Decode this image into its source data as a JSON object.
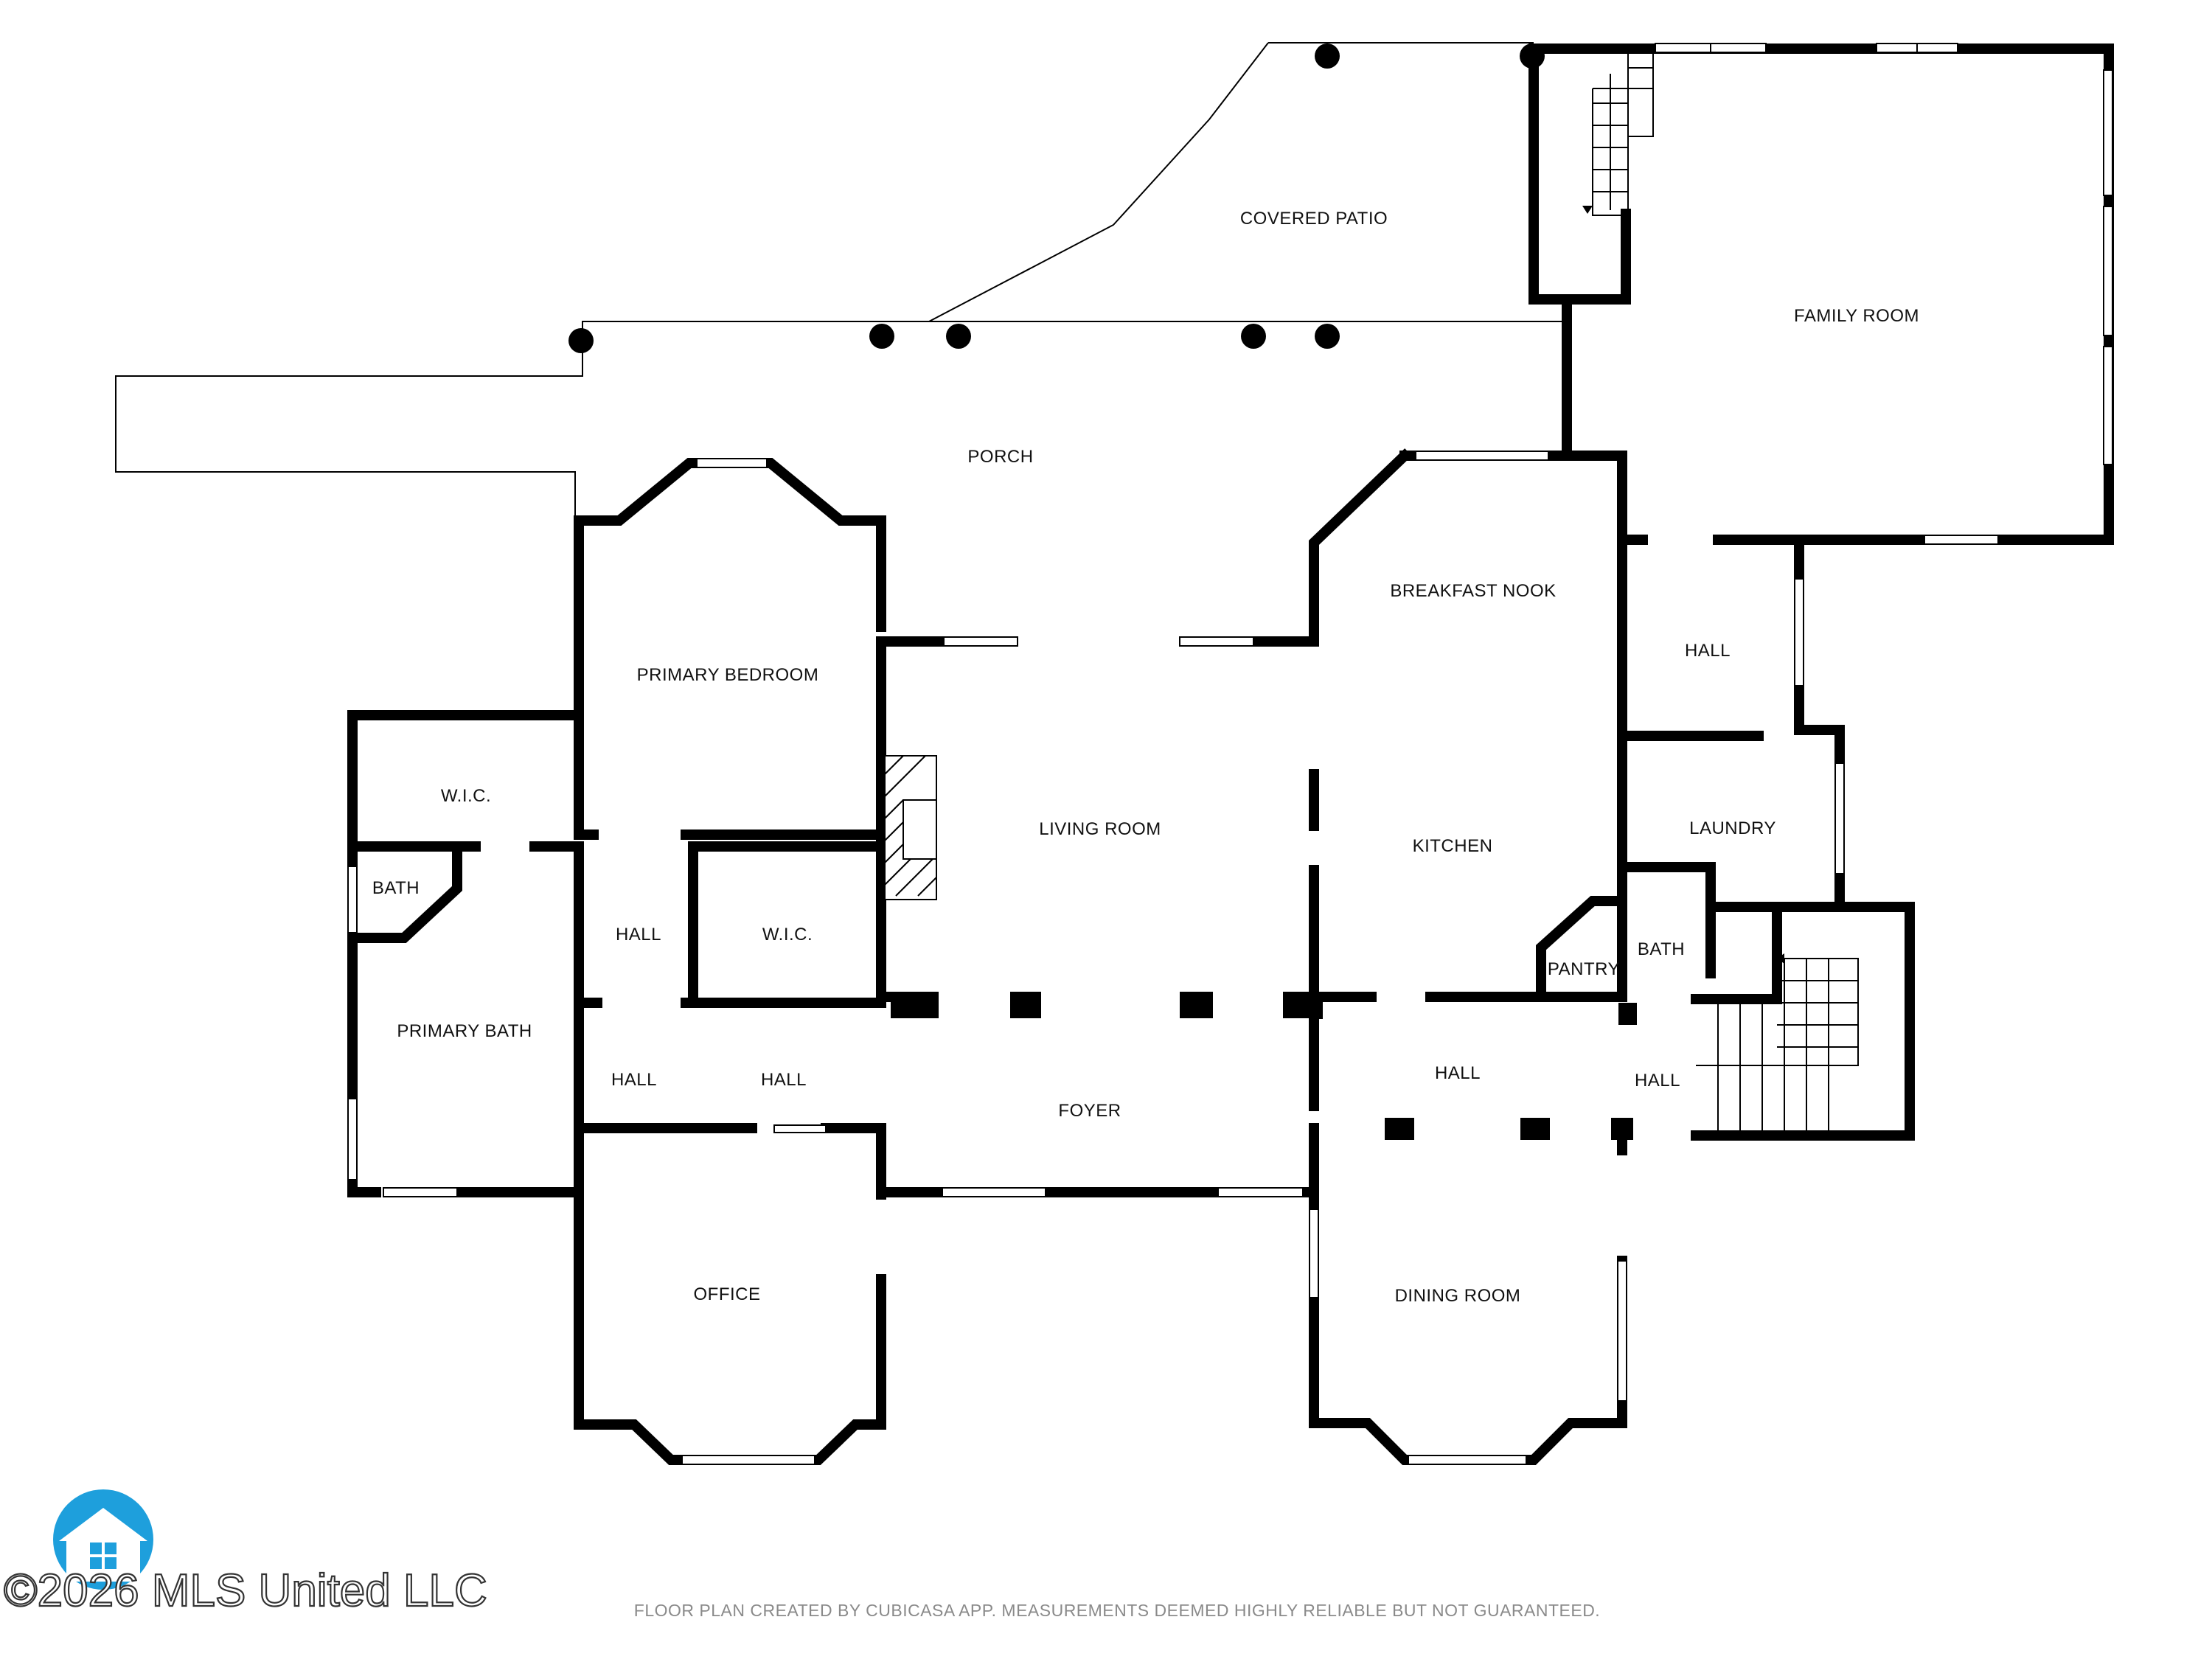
{
  "rooms": {
    "covered_patio": "COVERED PATIO",
    "family_room": "FAMILY ROOM",
    "porch": "PORCH",
    "primary_bedroom": "PRIMARY BEDROOM",
    "breakfast_nook": "BREAKFAST NOOK",
    "hall_upper_right": "HALL",
    "wic_left": "W.I.C.",
    "living_room": "LIVING ROOM",
    "kitchen": "KITCHEN",
    "laundry": "LAUNDRY",
    "bath_small": "BATH",
    "hall_center_left": "HALL",
    "wic_center": "W.I.C.",
    "pantry": "PANTRY",
    "bath_right": "BATH",
    "primary_bath": "PRIMARY BATH",
    "hall_lower_a": "HALL",
    "hall_lower_b": "HALL",
    "foyer": "FOYER",
    "hall_lower_center": "HALL",
    "hall_lower_right": "HALL",
    "office": "OFFICE",
    "dining_room": "DINING ROOM"
  },
  "footer": {
    "note": "FLOOR PLAN CREATED BY CUBICASA APP. MEASUREMENTS DEEMED HIGHLY RELIABLE BUT NOT GUARANTEED.",
    "copyright": "©2026 MLS United LLC"
  },
  "colors": {
    "walls": "#000000",
    "logo_blue": "#1e9fdc",
    "footer_text": "#8a8a8a"
  }
}
